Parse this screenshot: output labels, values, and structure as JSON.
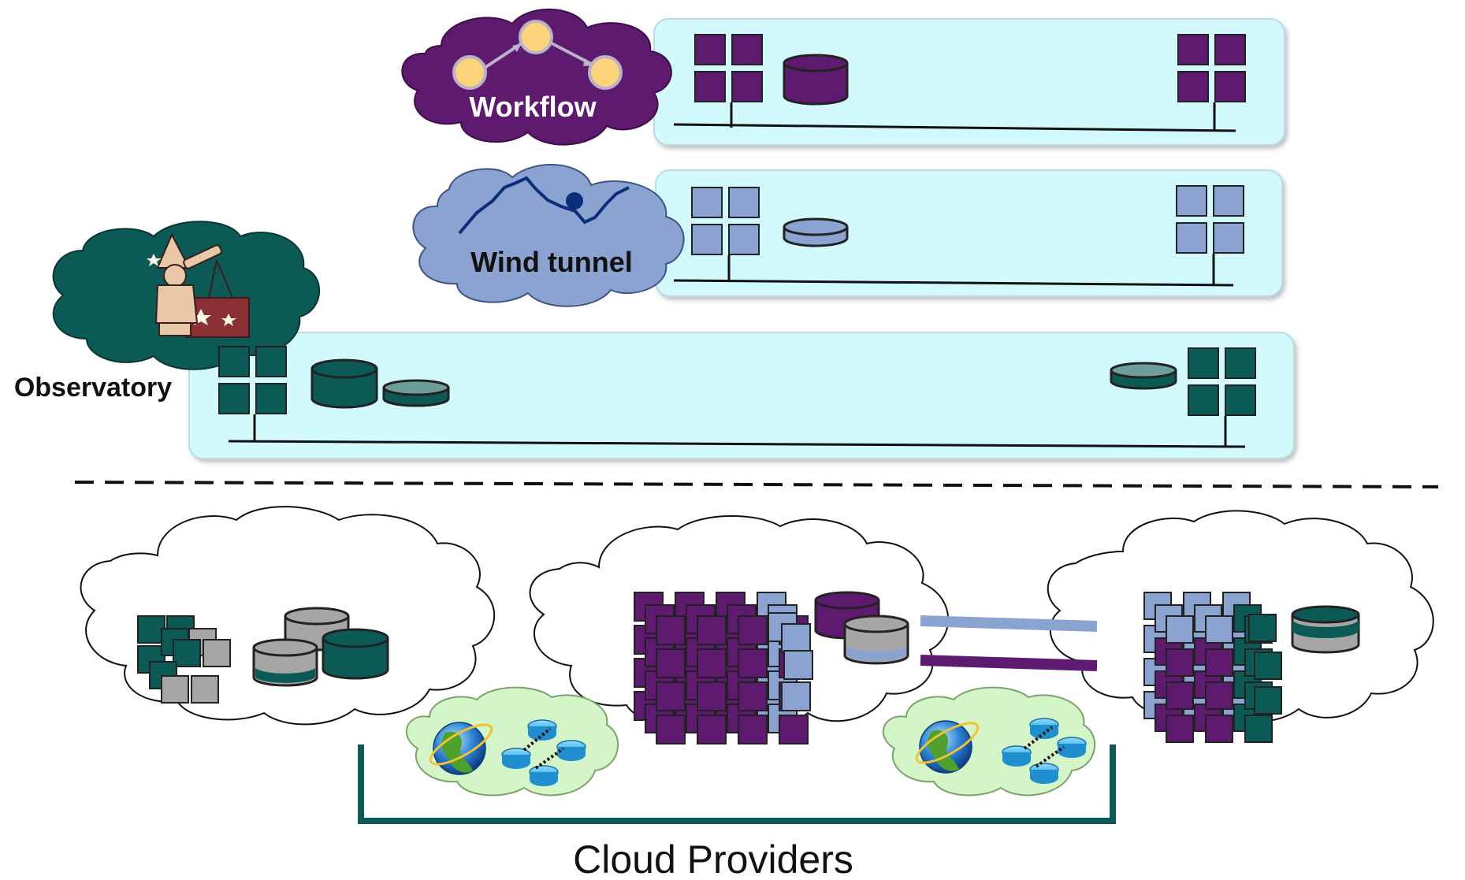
{
  "labels": {
    "workflow": "Workflow",
    "wind_tunnel": "Wind tunnel",
    "observatory": "Observatory",
    "cloud_providers": "Cloud Providers"
  },
  "colors": {
    "workflow": "#5e1a6e",
    "wind_tunnel": "#8ba3d1",
    "observatory": "#0c5a56",
    "gray": "#a6a6a6",
    "panel": "#d2f9fb",
    "internet_cloud": "#d4f5c8",
    "wan_line_blue": "#8ba3d1",
    "wan_line_purple": "#5e1a6e",
    "bracket": "#0c5a56"
  },
  "icons": [
    "workflow-cloud-icon",
    "wind-tunnel-cloud-icon",
    "observatory-cloud-icon",
    "wizard-telescope-icon",
    "server-grid-icon",
    "storage-cylinder-icon",
    "globe-icon",
    "router-icon",
    "provider-cloud-icon"
  ]
}
